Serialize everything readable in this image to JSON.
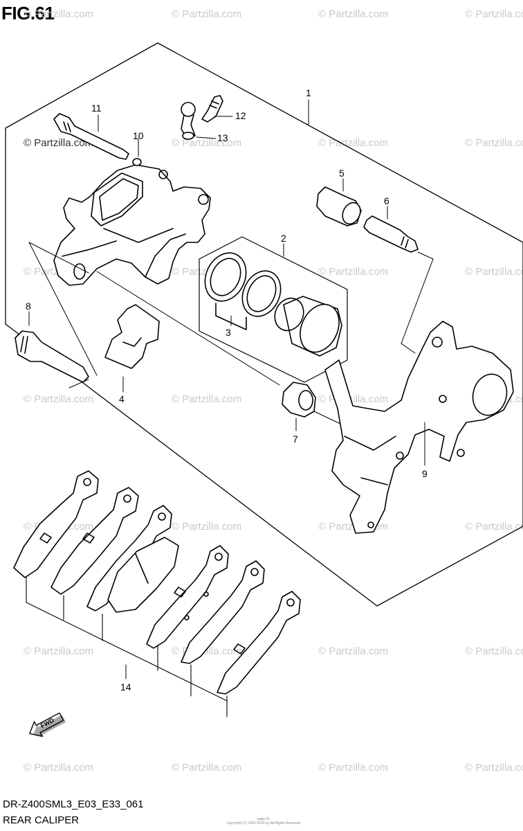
{
  "figure": {
    "title": "FIG.61"
  },
  "watermark": {
    "text": "© Partzilla.com"
  },
  "footer": {
    "model_code": "DR-Z400SML3_E03_E33_061",
    "section_title": "REAR CALIPER",
    "copyright_line1": "Copyright (C) 2001-2016 by All Rights Reserved",
    "copyright_line2": "page 61"
  },
  "callouts": [
    "1",
    "2",
    "3",
    "4",
    "5",
    "6",
    "7",
    "8",
    "9",
    "10",
    "11",
    "12",
    "13",
    "14"
  ],
  "fwd_label": "FWD"
}
